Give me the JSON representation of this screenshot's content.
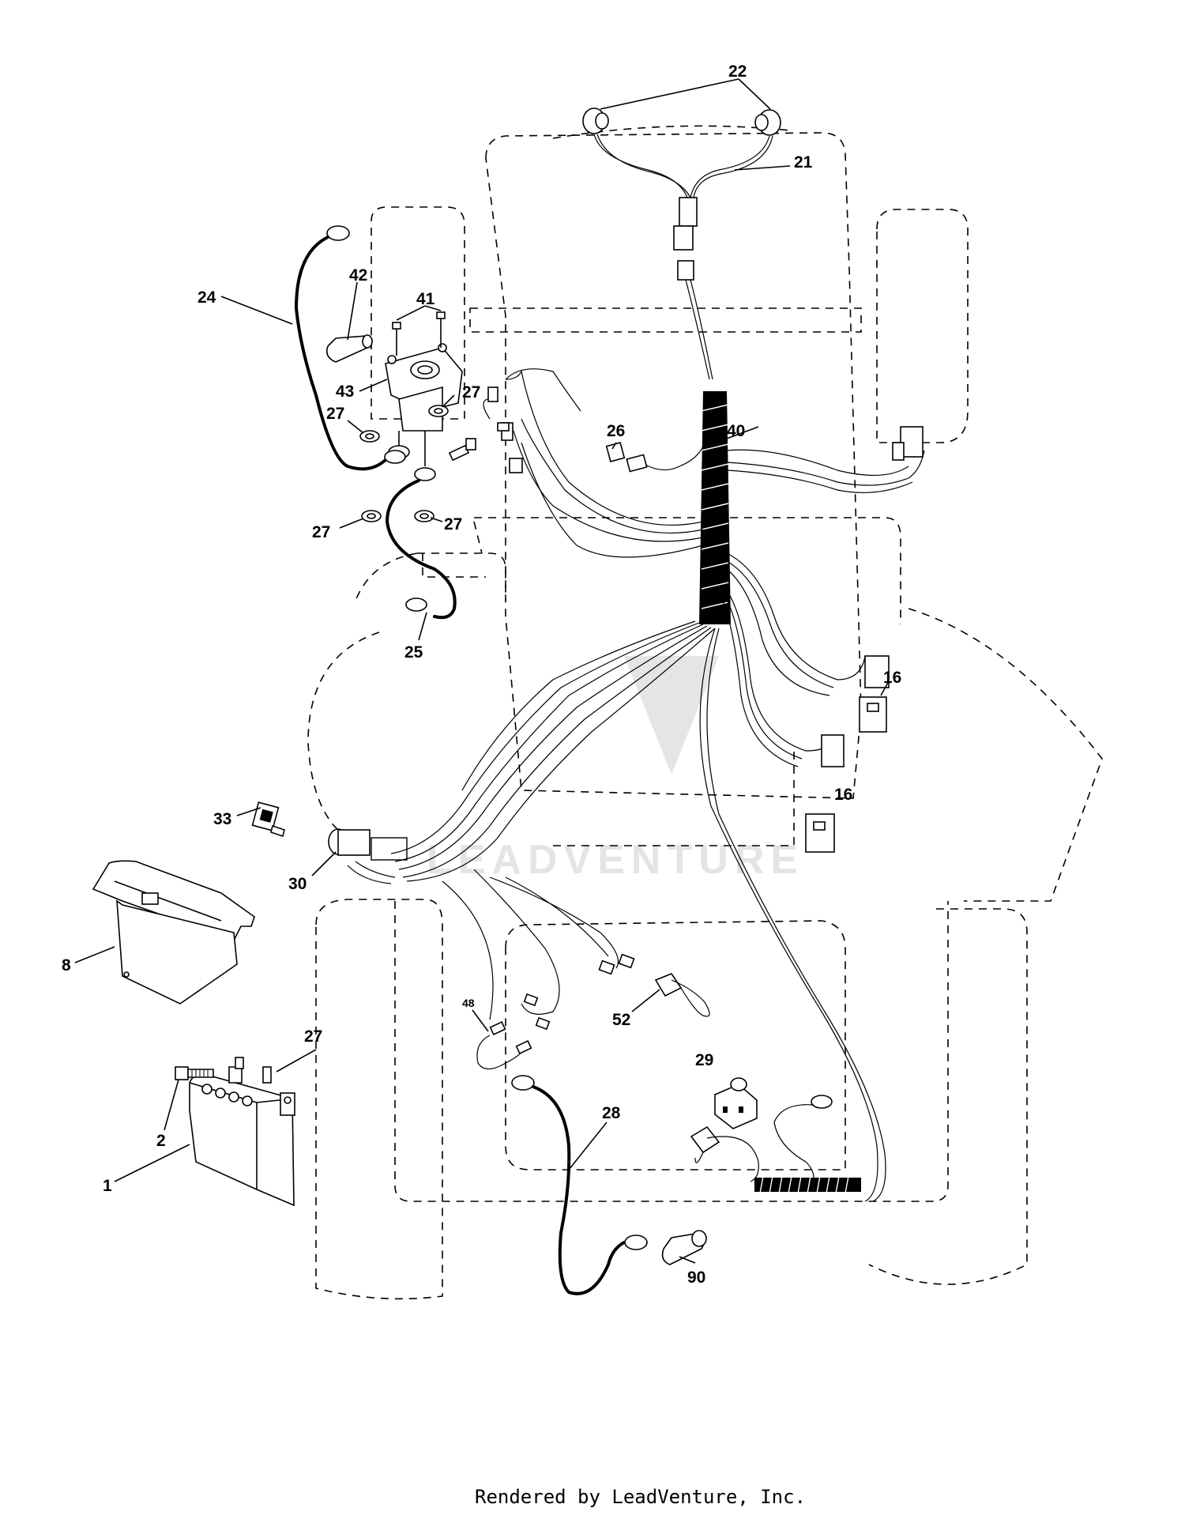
{
  "labels": {
    "l22": "22",
    "l21": "21",
    "l42": "42",
    "l41": "41",
    "l24": "24",
    "l43": "43",
    "l27a": "27",
    "l27b": "27",
    "l27c": "27",
    "l27d": "27",
    "l27e": "27",
    "l26": "26",
    "l40": "40",
    "l25": "25",
    "l16a": "16",
    "l16b": "16",
    "l33": "33",
    "l30": "30",
    "l8": "8",
    "l48": "48",
    "l52": "52",
    "l29": "29",
    "l28": "28",
    "l2": "2",
    "l1": "1",
    "l90": "90"
  },
  "watermark": "LEADVENTURE",
  "footer": "Rendered by LeadVenture, Inc."
}
